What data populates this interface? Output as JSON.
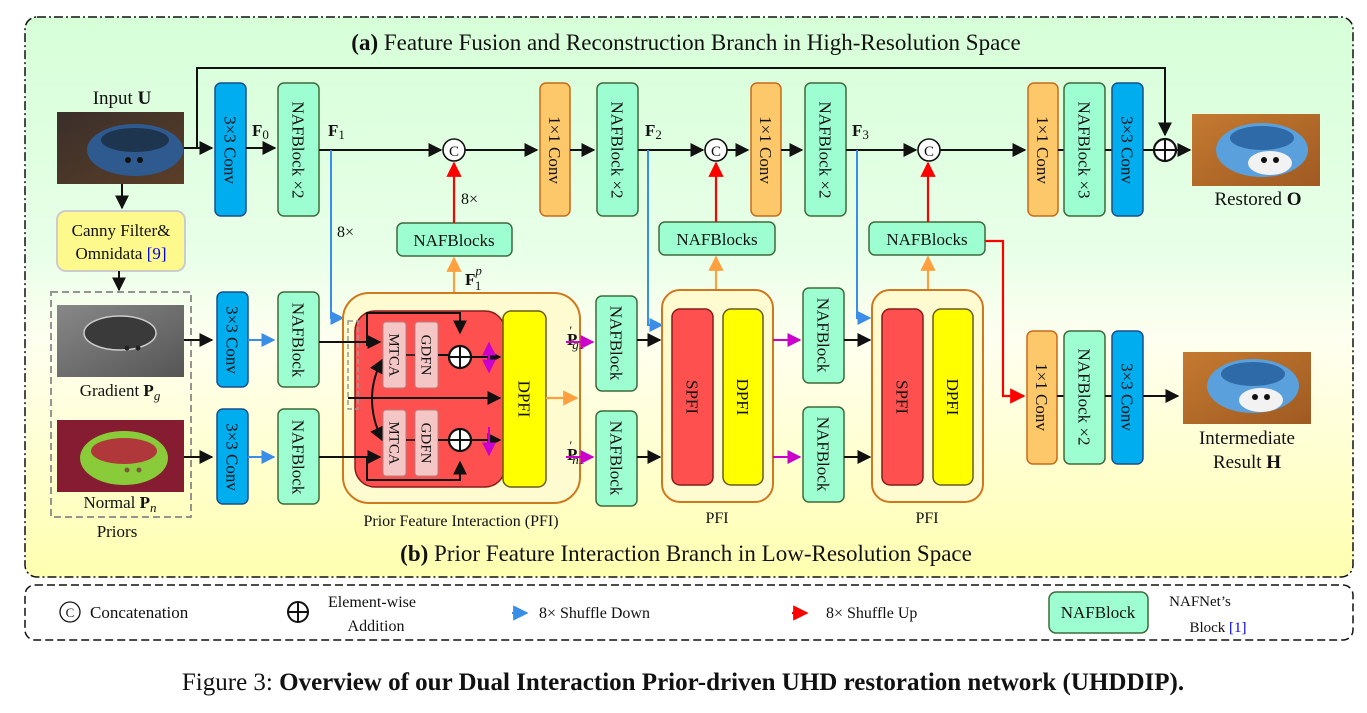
{
  "figure": {
    "branch_a_title_prefix": "(a)",
    "branch_a_title": "Feature Fusion and Reconstruction Branch in High-Resolution Space",
    "branch_b_title_prefix": "(b)",
    "branch_b_title": "Prior Feature Interaction Branch in Low-Resolution Space",
    "caption_prefix": "Figure 3:",
    "caption": "Overview of our Dual Interaction Prior-driven UHD restoration network (UHDDIP)."
  },
  "colors": {
    "conv3": "#00aeef",
    "conv1": "#fdc86a",
    "naf": "#9dffd1",
    "red_block": "#ff5050",
    "yellow_block": "#ffff00",
    "pink_block": "#f5c6c6",
    "shuffle_down": "#3a8ee8",
    "shuffle_up": "#ff0000",
    "orange_arrow": "#ffa040",
    "magenta_arrow": "#cc00cc"
  },
  "inputs": {
    "input_label": "Input",
    "input_sym": "U",
    "canny_line1": "Canny Filter&",
    "canny_line2": "Omnidata",
    "canny_ref": "[9]",
    "gradient_label": "Gradient",
    "gradient_sym": "P",
    "gradient_sub": "g",
    "normal_label": "Normal",
    "normal_sym": "P",
    "normal_sub": "n",
    "priors_label": "Priors"
  },
  "outputs": {
    "restored_label": "Restored",
    "restored_sym": "O",
    "inter_line1": "Intermediate",
    "inter_line2": "Result",
    "inter_sym": "H"
  },
  "blocks": {
    "conv3": "3×3 Conv",
    "conv1": "1×1 Conv",
    "naf_x2": "NAFBlock ×2",
    "naf_x3": "NAFBlock ×3",
    "naf": "NAFBlock",
    "nafs": "NAFBlocks",
    "mtca": "MTCA",
    "gdfn": "GDFN",
    "dpfi": "DPFI",
    "spfi": "SPFI",
    "pfi_caption": "Prior Feature Interaction (PFI)",
    "pfi_short": "PFI",
    "concat_symbol": "C"
  },
  "features": {
    "f0": "F",
    "f0_sub": "0",
    "f1": "F",
    "f1_sub": "1",
    "f2": "F",
    "f2_sub": "2",
    "f3": "F",
    "f3_sub": "3",
    "f1p": "F",
    "f1p_sub": "1",
    "f1p_sup": "p",
    "pg1": "P",
    "pg1_sub": "g1",
    "pg1_sup": "′",
    "pn1": "P",
    "pn1_sub": "n1",
    "pn1_sup": "′",
    "scale_8x": "8×"
  },
  "legend": {
    "concat": "Concatenation",
    "add_line1": "Element-wise",
    "add_line2": "Addition",
    "shuffle_down": "8× Shuffle Down",
    "shuffle_up": "8× Shuffle Up",
    "naf_box": "NAFBlock",
    "naf_desc_line1": "NAFNet’s",
    "naf_desc_line2": "Block",
    "naf_ref": "[1]"
  }
}
